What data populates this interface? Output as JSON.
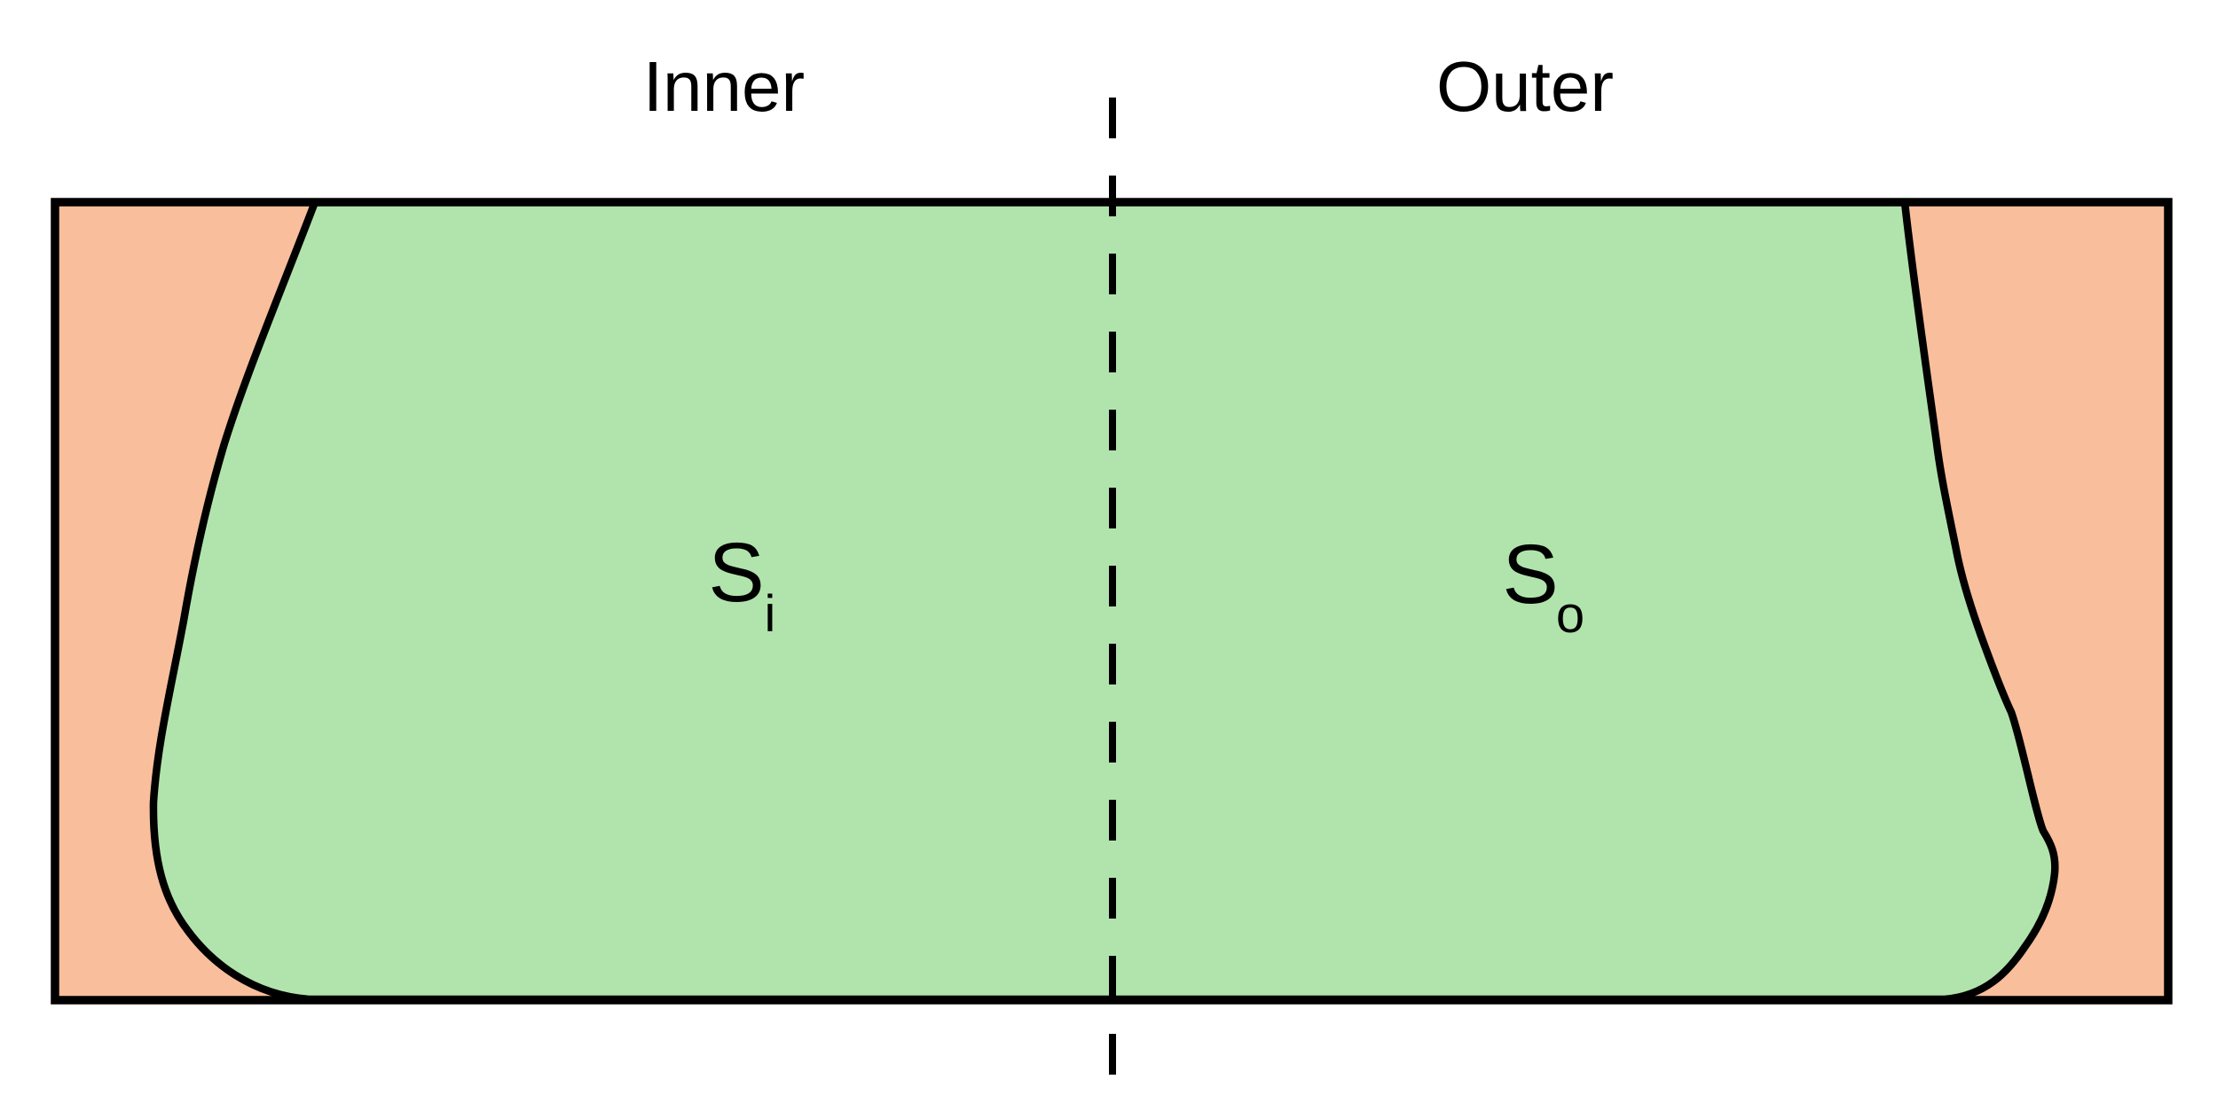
{
  "header": {
    "inner_label": "Inner",
    "outer_label": "Outer"
  },
  "regions": {
    "inner": {
      "symbol": "S",
      "subscript": "i"
    },
    "outer": {
      "symbol": "S",
      "subscript": "o"
    }
  },
  "colors": {
    "surface_green": "#B1E4AC",
    "gap_orange": "#F9BE9B",
    "outline": "#000000",
    "background": "#FFFFFF"
  }
}
